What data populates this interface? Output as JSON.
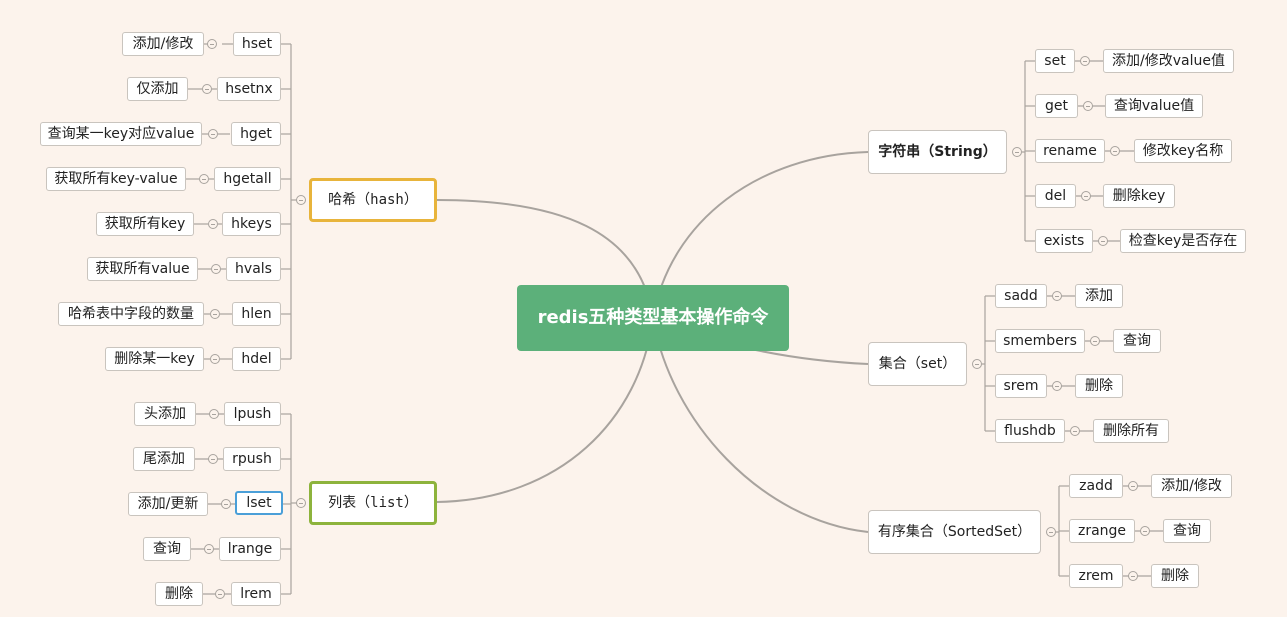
{
  "root": {
    "label": "redis五种类型基本操作命令"
  },
  "branches": {
    "hash": {
      "label": "哈希（hash）",
      "children": [
        {
          "cmd": "hset",
          "desc": "添加/修改"
        },
        {
          "cmd": "hsetnx",
          "desc": "仅添加"
        },
        {
          "cmd": "hget",
          "desc": "查询某一key对应value"
        },
        {
          "cmd": "hgetall",
          "desc": "获取所有key-value"
        },
        {
          "cmd": "hkeys",
          "desc": "获取所有key"
        },
        {
          "cmd": "hvals",
          "desc": "获取所有value"
        },
        {
          "cmd": "hlen",
          "desc": "哈希表中字段的数量"
        },
        {
          "cmd": "hdel",
          "desc": "删除某一key"
        }
      ]
    },
    "list": {
      "label": "列表（list）",
      "children": [
        {
          "cmd": "lpush",
          "desc": "头添加"
        },
        {
          "cmd": "rpush",
          "desc": "尾添加"
        },
        {
          "cmd": "lset",
          "desc": "添加/更新"
        },
        {
          "cmd": "lrange",
          "desc": "查询"
        },
        {
          "cmd": "lrem",
          "desc": "删除"
        }
      ]
    },
    "string": {
      "label": "字符串（String）",
      "children": [
        {
          "cmd": "set",
          "desc": "添加/修改value值"
        },
        {
          "cmd": "get",
          "desc": "查询value值"
        },
        {
          "cmd": "rename",
          "desc": "修改key名称"
        },
        {
          "cmd": "del",
          "desc": "删除key"
        },
        {
          "cmd": "exists",
          "desc": "检查key是否存在"
        }
      ]
    },
    "set": {
      "label": "集合（set）",
      "children": [
        {
          "cmd": "sadd",
          "desc": "添加"
        },
        {
          "cmd": "smembers",
          "desc": "查询"
        },
        {
          "cmd": "srem",
          "desc": "删除"
        },
        {
          "cmd": "flushdb",
          "desc": "删除所有"
        }
      ]
    },
    "zset": {
      "label": "有序集合（SortedSet）",
      "children": [
        {
          "cmd": "zadd",
          "desc": "添加/修改"
        },
        {
          "cmd": "zrange",
          "desc": "查询"
        },
        {
          "cmd": "zrem",
          "desc": "删除"
        }
      ]
    }
  },
  "colors": {
    "background": "#fcf3ec",
    "root": "#5cb07a",
    "hash_border": "#e8b43b",
    "list_border": "#8db33c",
    "selected_border": "#4a9fd8",
    "connector": "#a8a39e"
  }
}
